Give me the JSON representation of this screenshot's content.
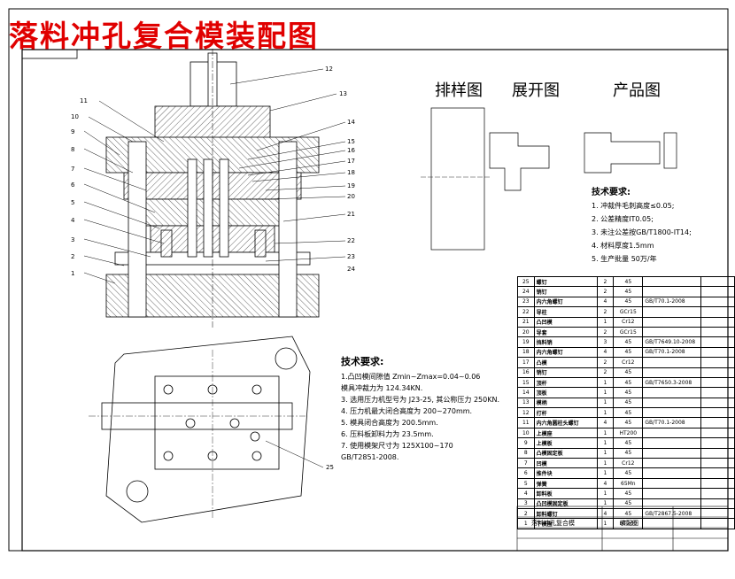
{
  "title": "落料冲孔复合模装配图",
  "views": {
    "layout": "排样图",
    "unfold": "展开图",
    "product": "产品图"
  },
  "part_callouts": {
    "left": [
      "11",
      "10",
      "9",
      "8",
      "7",
      "6",
      "5",
      "4",
      "3",
      "2",
      "1"
    ],
    "right": [
      "12",
      "13",
      "14",
      "15",
      "16",
      "17",
      "18",
      "19",
      "20",
      "21",
      "22",
      "23",
      "24"
    ],
    "bottom": "25"
  },
  "tech_requirements": {
    "heading": "技术要求:",
    "items": [
      "1.凸凹模间隙值 Zmin~Zmax=0.04~0.06",
      "  模具冲裁力为 124.34KN.",
      "3. 选用压力机型号为 J23-25, 其公称压力 250KN.",
      "4. 压力机最大闭合高度为 200~270mm.",
      "5. 模具闭合高度为 200.5mm.",
      "6. 压料板卸料力为 23.5mm.",
      "7. 使用模架尺寸为 125X100~170",
      "  GB/T2851-2008."
    ]
  },
  "product_requirements": {
    "heading": "技术要求:",
    "items": [
      "1. 冲裁件毛刺高度≤0.05;",
      "2. 公差精度IT0.05;",
      "3. 未注公差按GB/T1800-IT14;",
      "4. 材料厚度1.5mm",
      "5. 生产批量 50万/年"
    ]
  },
  "bom": [
    {
      "no": "25",
      "name": "螺钉",
      "qty": "2",
      "mat": "45",
      "std": "",
      "note": ""
    },
    {
      "no": "24",
      "name": "销钉",
      "qty": "2",
      "mat": "45",
      "std": "",
      "note": ""
    },
    {
      "no": "23",
      "name": "内六角螺钉",
      "qty": "4",
      "mat": "45",
      "std": "GB/T70.1-2008",
      "note": ""
    },
    {
      "no": "22",
      "name": "导柱",
      "qty": "2",
      "mat": "GCr15",
      "std": "",
      "note": ""
    },
    {
      "no": "21",
      "name": "凸凹模",
      "qty": "1",
      "mat": "Cr12",
      "std": "",
      "note": ""
    },
    {
      "no": "20",
      "name": "导套",
      "qty": "2",
      "mat": "GCr15",
      "std": "",
      "note": ""
    },
    {
      "no": "19",
      "name": "挡料销",
      "qty": "3",
      "mat": "45",
      "std": "GB/T7649.10-2008",
      "note": ""
    },
    {
      "no": "18",
      "name": "内六角螺钉",
      "qty": "4",
      "mat": "45",
      "std": "GB/T70.1-2008",
      "note": ""
    },
    {
      "no": "17",
      "name": "凸模",
      "qty": "2",
      "mat": "Cr12",
      "std": "",
      "note": ""
    },
    {
      "no": "16",
      "name": "销钉",
      "qty": "2",
      "mat": "45",
      "std": "",
      "note": ""
    },
    {
      "no": "15",
      "name": "顶杆",
      "qty": "1",
      "mat": "45",
      "std": "GB/T7650.3-2008",
      "note": ""
    },
    {
      "no": "14",
      "name": "顶板",
      "qty": "1",
      "mat": "45",
      "std": "",
      "note": ""
    },
    {
      "no": "13",
      "name": "模柄",
      "qty": "1",
      "mat": "45",
      "std": "",
      "note": ""
    },
    {
      "no": "12",
      "name": "打杆",
      "qty": "1",
      "mat": "45",
      "std": "",
      "note": ""
    },
    {
      "no": "11",
      "name": "内六角圆柱头螺钉",
      "qty": "4",
      "mat": "45",
      "std": "GB/T70.1-2008",
      "note": ""
    },
    {
      "no": "10",
      "name": "上模座",
      "qty": "1",
      "mat": "HT200",
      "std": "",
      "note": ""
    },
    {
      "no": "9",
      "name": "上模板",
      "qty": "1",
      "mat": "45",
      "std": "",
      "note": ""
    },
    {
      "no": "8",
      "name": "凸模固定板",
      "qty": "1",
      "mat": "45",
      "std": "",
      "note": ""
    },
    {
      "no": "7",
      "name": "凹模",
      "qty": "1",
      "mat": "Cr12",
      "std": "",
      "note": ""
    },
    {
      "no": "6",
      "name": "推件块",
      "qty": "1",
      "mat": "45",
      "std": "",
      "note": ""
    },
    {
      "no": "5",
      "name": "弹簧",
      "qty": "4",
      "mat": "65Mn",
      "std": "",
      "note": ""
    },
    {
      "no": "4",
      "name": "卸料板",
      "qty": "1",
      "mat": "45",
      "std": "",
      "note": ""
    },
    {
      "no": "3",
      "name": "凸凹模固定板",
      "qty": "1",
      "mat": "45",
      "std": "",
      "note": ""
    },
    {
      "no": "2",
      "name": "卸料螺钉",
      "qty": "4",
      "mat": "45",
      "std": "GB/T2867.5-2008",
      "note": ""
    },
    {
      "no": "1",
      "name": "下模座",
      "qty": "1",
      "mat": "HT200",
      "std": "",
      "note": ""
    }
  ],
  "title_block": {
    "drawing_name": "落料冲孔复合模",
    "drawing_no": "装配图"
  }
}
